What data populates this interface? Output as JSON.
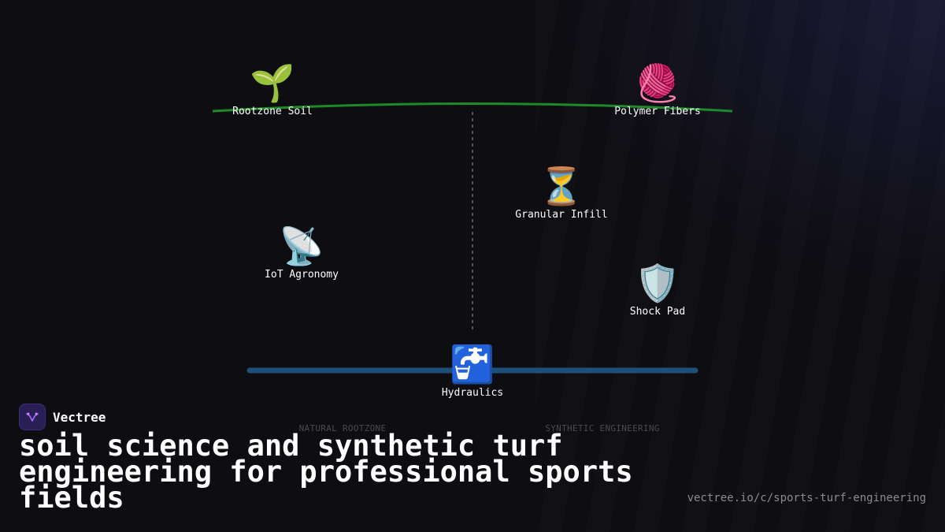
{
  "nodes": [
    {
      "id": "rootzone-soil",
      "icon": "🌱",
      "icon_name": "seedling-icon",
      "label": "Rootzone Soil"
    },
    {
      "id": "polymer-fibers",
      "icon": "🧶",
      "icon_name": "yarn-icon",
      "label": "Polymer Fibers"
    },
    {
      "id": "granular-infill",
      "icon": "⏳",
      "icon_name": "hourglass-icon",
      "label": "Granular Infill"
    },
    {
      "id": "iot-agronomy",
      "icon": "📡",
      "icon_name": "satellite-antenna-icon",
      "label": "IoT Agronomy"
    },
    {
      "id": "shock-pad",
      "icon": "🛡️",
      "icon_name": "shield-icon",
      "label": "Shock Pad"
    },
    {
      "id": "hydraulics",
      "icon": "🚰",
      "icon_name": "potable-water-icon",
      "label": "Hydraulics"
    }
  ],
  "axis": {
    "left_label": "NATURAL ROOTZONE",
    "right_label": "SYNTHETIC ENGINEERING"
  },
  "colors": {
    "top_curve": "#1f8a2a",
    "bottom_bar": "#1e4f7a",
    "divider": "#6a6a72"
  },
  "brand": {
    "name": "Vectree",
    "logo_icon": "vectree-logo-icon"
  },
  "headline": "soil science and synthetic turf engineering for professional sports fields",
  "url": "vectree.io/c/sports-turf-engineering"
}
